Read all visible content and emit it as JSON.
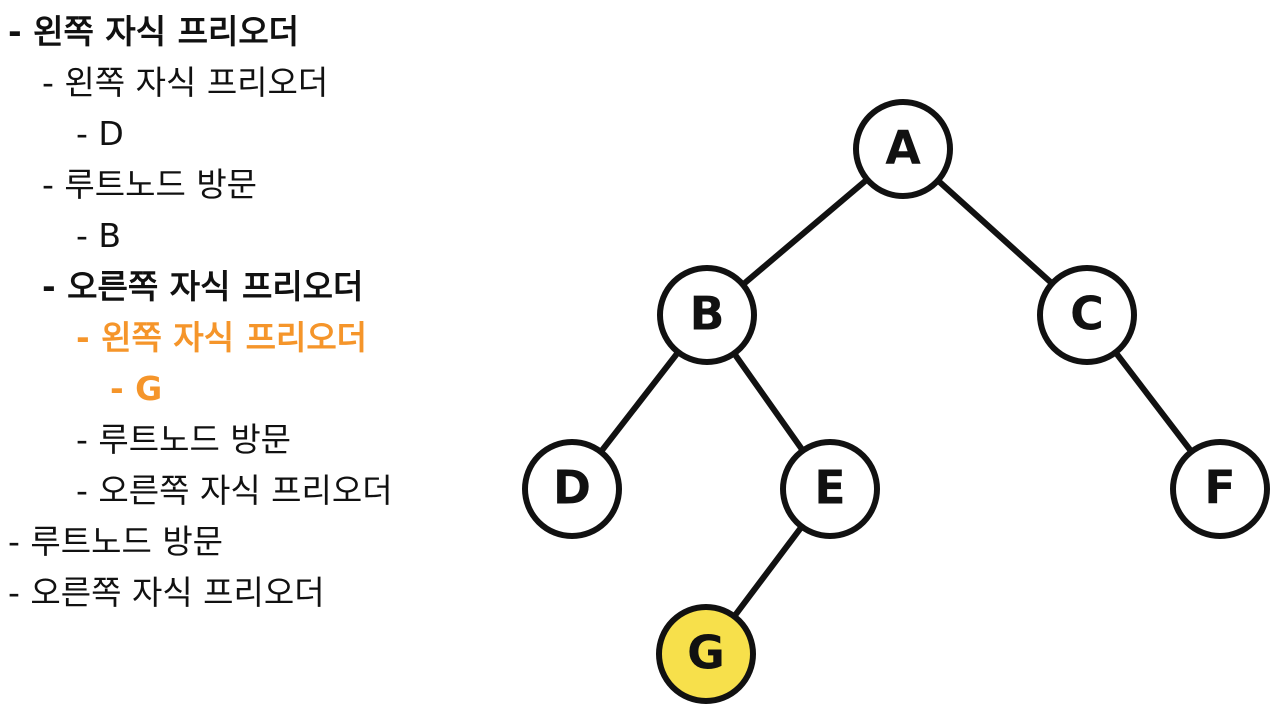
{
  "outline": [
    {
      "text": "- 왼쪽 자식 프리오더",
      "level": 0,
      "style": "bold"
    },
    {
      "text": "- 왼쪽 자식 프리오더",
      "level": 1,
      "style": "normal"
    },
    {
      "text": "- D",
      "level": 2,
      "style": "normal"
    },
    {
      "text": "- 루트노드 방문",
      "level": 1,
      "style": "normal"
    },
    {
      "text": "- B",
      "level": 2,
      "style": "normal"
    },
    {
      "text": "- 오른쪽 자식 프리오더",
      "level": 1,
      "style": "bold"
    },
    {
      "text": "- 왼쪽 자식 프리오더",
      "level": 2,
      "style": "highlight"
    },
    {
      "text": "- G",
      "level": 3,
      "style": "highlight"
    },
    {
      "text": "- 루트노드 방문",
      "level": 2,
      "style": "normal"
    },
    {
      "text": "- 오른쪽 자식 프리오더",
      "level": 2,
      "style": "normal"
    },
    {
      "text": "- 루트노드 방문",
      "level": 0,
      "style": "normal"
    },
    {
      "text": "- 오른쪽 자식 프리오더",
      "level": 0,
      "style": "normal"
    }
  ],
  "tree": {
    "nodes": [
      {
        "id": "A",
        "label": "A",
        "highlighted": false
      },
      {
        "id": "B",
        "label": "B",
        "highlighted": false
      },
      {
        "id": "C",
        "label": "C",
        "highlighted": false
      },
      {
        "id": "D",
        "label": "D",
        "highlighted": false
      },
      {
        "id": "E",
        "label": "E",
        "highlighted": false
      },
      {
        "id": "F",
        "label": "F",
        "highlighted": false
      },
      {
        "id": "G",
        "label": "G",
        "highlighted": true
      }
    ],
    "edges": [
      {
        "from": "A",
        "to": "B"
      },
      {
        "from": "A",
        "to": "C"
      },
      {
        "from": "B",
        "to": "D"
      },
      {
        "from": "B",
        "to": "E"
      },
      {
        "from": "C",
        "to": "F"
      },
      {
        "from": "E",
        "to": "G"
      }
    ]
  },
  "colors": {
    "highlight_text": "#f5952a",
    "highlight_node": "#f7e04b",
    "node_fill": "#ffffff",
    "stroke": "#111111"
  }
}
